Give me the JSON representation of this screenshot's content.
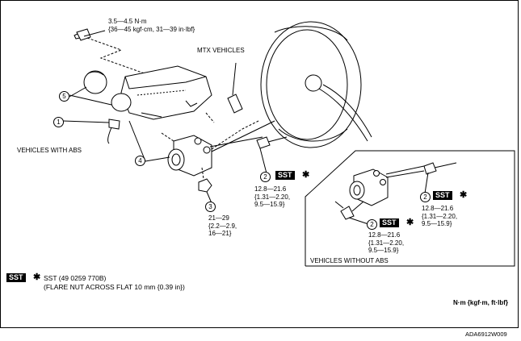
{
  "torques": {
    "top": [
      "3.5—4.5 N·m",
      "{36—45 kgf·cm, 31—39 in·lbf}"
    ],
    "t3": [
      "21—29",
      "{2.2—2.9,",
      "16—21}"
    ],
    "t2_center": [
      "12.8—21.6",
      "{1.31—2.20,",
      "9.5—15.9}"
    ],
    "t2_inset_right": [
      "12.8—21.6",
      "{1.31—2.20,",
      "9.5—15.9}"
    ],
    "t2_inset_left": [
      "12.8—21.6",
      "{1.31—2.20,",
      "9.5—15.9}"
    ]
  },
  "labels": {
    "mtx": "MTX VEHICLES",
    "abs": "VEHICLES WITH ABS",
    "without_abs": "VEHICLES WITHOUT ABS",
    "units": "N·m {kgf·m, ft·lbf}",
    "code": "ADA6912W009"
  },
  "callouts": {
    "c1": "1",
    "c2": "2",
    "c3": "3",
    "c4": "4",
    "c5": "5"
  },
  "sst": {
    "badge": "SST",
    "star": "✱"
  },
  "legend": {
    "line1": "SST (49 0259 770B)",
    "line2": "(FLARE NUT ACROSS FLAT 10 mm {0.39 in})"
  }
}
